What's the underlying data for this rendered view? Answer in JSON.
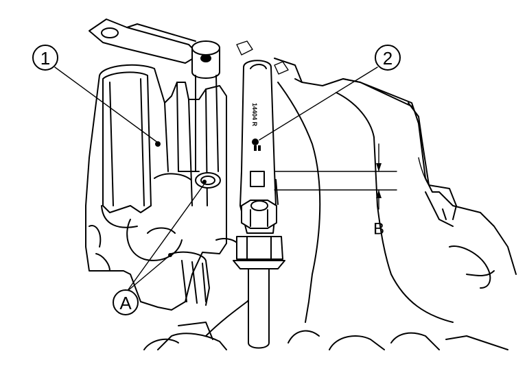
{
  "callouts": {
    "part_1": "1",
    "part_2": "2",
    "point_a": "A",
    "dimension_b": "B"
  },
  "tool_marking": "14404 R"
}
